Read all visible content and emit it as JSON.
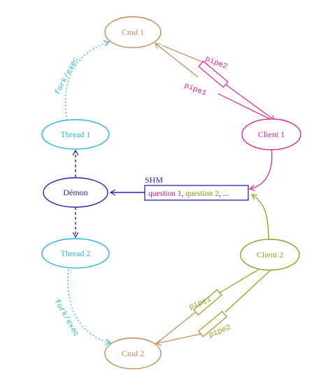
{
  "colors": {
    "cmd": "#C08A5A",
    "client1": "#E0249A",
    "client2": "#9A9A1E",
    "thread": "#2FB5DE",
    "demon": "#2424B0",
    "shm": "#2424B0",
    "question1": "#C0187A",
    "question2": "#8A8A14"
  },
  "nodes": {
    "cmd1": "Cmd 1",
    "cmd2": "Cmd 2",
    "client1": "Client 1",
    "client2": "Client 2",
    "thread1": "Thread 1",
    "thread2": "Thread 2",
    "demon": "Démon"
  },
  "edges": {
    "fork_exec_top": "fork/exec",
    "fork_exec_bottom": "fork/exec",
    "pipe2_top": "pipe2",
    "pipe1_top": "pipe1",
    "pipe1_bottom": "pipe1",
    "pipe2_bottom": "pipe2"
  },
  "shm": {
    "label": "SHM",
    "question1": "question 1",
    "sep1": ", ",
    "question2": "question 2",
    "sep2": ", ..."
  }
}
